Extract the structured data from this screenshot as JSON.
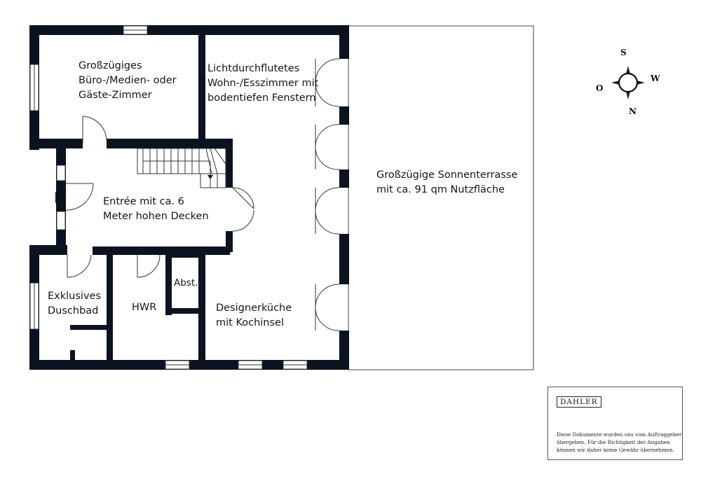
{
  "rooms": {
    "office": [
      "Großzügiges",
      "Büro-/Medien- oder",
      "Gäste-Zimmer"
    ],
    "living": [
      "Lichtdurchflutetes",
      "Wohn-/Esszimmer mit",
      "bodentiefen Fenstern"
    ],
    "terrace": [
      "Großzügige Sonnenterrasse",
      "mit ca. 91 qm Nutzfläche"
    ],
    "entry": [
      "Entrée mit ca. 6",
      "Meter hohen Decken"
    ],
    "bath": [
      "Exklusives",
      "Duschbad"
    ],
    "utility": [
      "HWR"
    ],
    "storage": [
      "Abst."
    ],
    "kitchen": [
      "Designerküche",
      "mit Kochinsel"
    ]
  },
  "compass": {
    "n": "N",
    "s": "S",
    "o": "O",
    "w": "W"
  },
  "disclaimer": {
    "brand": "DAHLER",
    "lines": [
      "Diese Dokumente wurden uns vom Auftraggeber",
      "übergeben. Für die Richtigkeit der Angaben",
      "können wir daher keine Gewähr übernehmen."
    ]
  }
}
